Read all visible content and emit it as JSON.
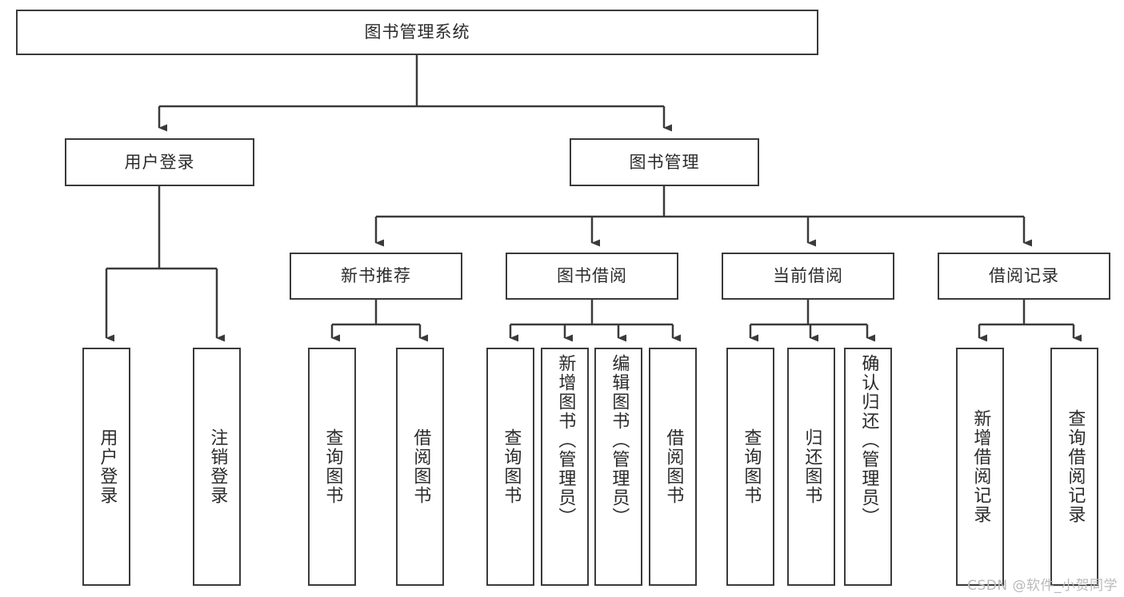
{
  "diagram": {
    "title": "图书管理系统",
    "watermark": "CSDN @软件_小贺同学",
    "stroke_color": "#3a3a3a",
    "text_color": "#2b2b2b",
    "background_color": "#ffffff",
    "root": {
      "label": "图书管理系统"
    },
    "level1": [
      {
        "label": "用户登录"
      },
      {
        "label": "图书管理"
      }
    ],
    "level2": [
      {
        "label": "新书推荐"
      },
      {
        "label": "图书借阅"
      },
      {
        "label": "当前借阅"
      },
      {
        "label": "借阅记录"
      }
    ],
    "leaves": {
      "user_login": [
        {
          "label": "用户登录"
        },
        {
          "label": "注销登录"
        }
      ],
      "new_book_recommend": [
        {
          "label": "查询图书"
        },
        {
          "label": "借阅图书"
        }
      ],
      "book_borrow": [
        {
          "label": "查询图书"
        },
        {
          "label": "新增图书（管理员）"
        },
        {
          "label": "编辑图书（管理员）"
        },
        {
          "label": "借阅图书"
        }
      ],
      "current_borrow": [
        {
          "label": "查询图书"
        },
        {
          "label": "归还图书"
        },
        {
          "label": "确认归还（管理员）"
        }
      ],
      "borrow_record": [
        {
          "label": "新增借阅记录"
        },
        {
          "label": "查询借阅记录"
        }
      ]
    }
  }
}
